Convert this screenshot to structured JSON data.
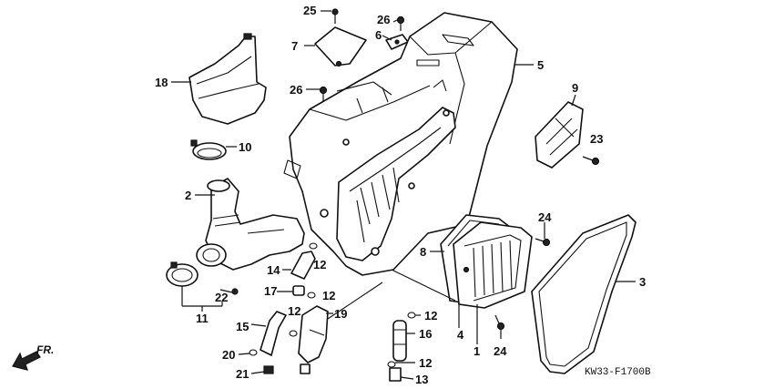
{
  "diagram_code": "KW33-F1700B",
  "direction_label": "FR.",
  "callouts": [
    {
      "id": "c25",
      "label": "25"
    },
    {
      "id": "c26a",
      "label": "26"
    },
    {
      "id": "c6",
      "label": "6"
    },
    {
      "id": "c7",
      "label": "7"
    },
    {
      "id": "c5",
      "label": "5"
    },
    {
      "id": "c18",
      "label": "18"
    },
    {
      "id": "c26b",
      "label": "26"
    },
    {
      "id": "c9",
      "label": "9"
    },
    {
      "id": "c10",
      "label": "10"
    },
    {
      "id": "c23",
      "label": "23"
    },
    {
      "id": "c2",
      "label": "2"
    },
    {
      "id": "c24a",
      "label": "24"
    },
    {
      "id": "c8",
      "label": "8"
    },
    {
      "id": "c3",
      "label": "3"
    },
    {
      "id": "c14",
      "label": "14"
    },
    {
      "id": "c12a",
      "label": "12"
    },
    {
      "id": "c22",
      "label": "22"
    },
    {
      "id": "c17",
      "label": "17"
    },
    {
      "id": "c12b",
      "label": "12"
    },
    {
      "id": "c11",
      "label": "11"
    },
    {
      "id": "c12c",
      "label": "12"
    },
    {
      "id": "c19",
      "label": "19"
    },
    {
      "id": "c12d",
      "label": "12"
    },
    {
      "id": "c15",
      "label": "15"
    },
    {
      "id": "c4",
      "label": "4"
    },
    {
      "id": "c1",
      "label": "1"
    },
    {
      "id": "c16",
      "label": "16"
    },
    {
      "id": "c24b",
      "label": "24"
    },
    {
      "id": "c20",
      "label": "20"
    },
    {
      "id": "c12e",
      "label": "12"
    },
    {
      "id": "c21",
      "label": "21"
    },
    {
      "id": "c13",
      "label": "13"
    }
  ]
}
